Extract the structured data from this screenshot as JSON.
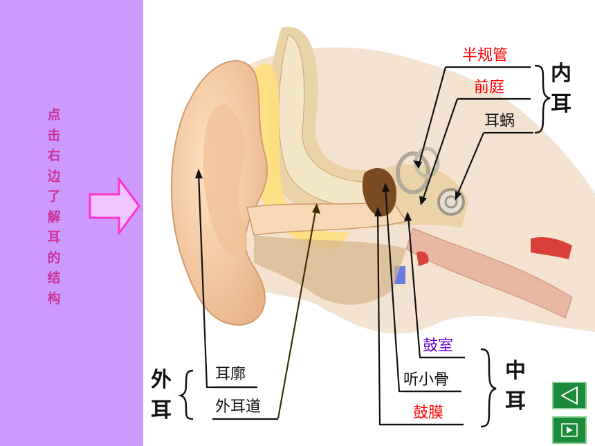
{
  "sidebar": {
    "instruction_chars": [
      "点",
      "击",
      "右",
      "边",
      "了",
      "解",
      "耳",
      "的",
      "结",
      "构"
    ]
  },
  "groups": {
    "inner": {
      "chars": [
        "内",
        "耳"
      ]
    },
    "middle": {
      "chars": [
        "中",
        "耳"
      ]
    },
    "outer": {
      "chars": [
        "外",
        "耳"
      ]
    }
  },
  "labels": {
    "semicircular_canals": "半规管",
    "vestibule": "前庭",
    "cochlea": "耳蜗",
    "tympanic_cavity": "鼓室",
    "ossicles": "听小骨",
    "eardrum": "鼓膜",
    "auricle": "耳廓",
    "ear_canal": "外耳道"
  },
  "colors": {
    "sidebar_bg": "#cc99ff",
    "sidebar_text": "#cc3399",
    "label_red": "#ff0000",
    "label_purple": "#6600cc",
    "label_black": "#111111",
    "nav_green": "#1b8a3a"
  },
  "nav": {
    "prev_icon": "triangle-left-icon",
    "next_icon": "triangle-right-icon"
  }
}
